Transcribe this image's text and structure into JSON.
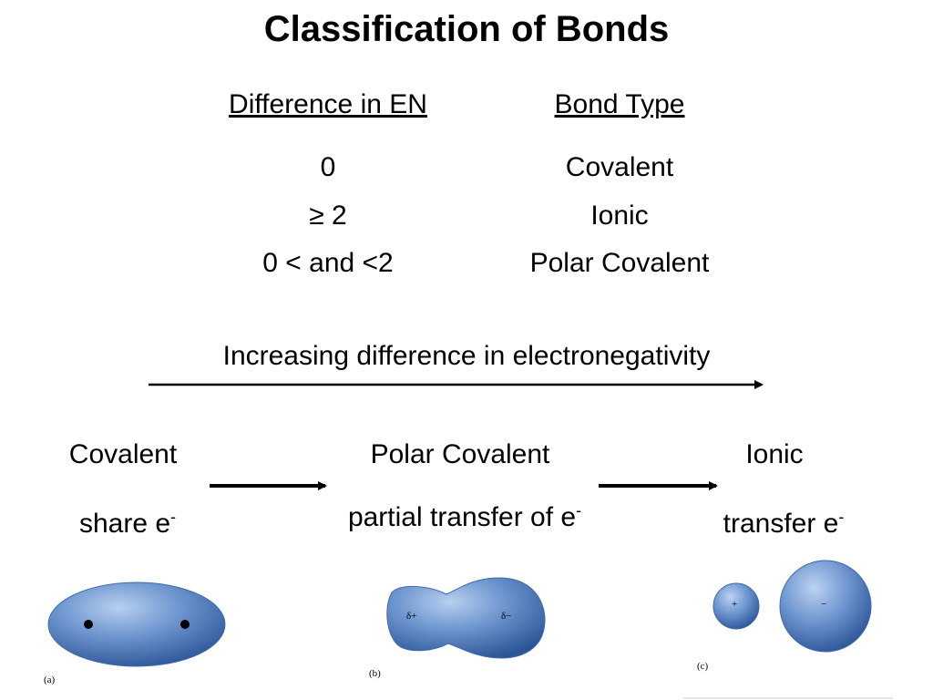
{
  "title": "Classification of Bonds",
  "table": {
    "headers": [
      "Difference in EN",
      "Bond Type"
    ],
    "rows": [
      {
        "en": "0",
        "type": "Covalent"
      },
      {
        "en": "≥ 2",
        "type": "Ionic"
      },
      {
        "en": "0 < and <2",
        "type": "Polar Covalent"
      }
    ]
  },
  "arrow_label": "Increasing difference in electronegativity",
  "bond_types": [
    {
      "label": "Covalent",
      "desc": "share e",
      "sup": "-"
    },
    {
      "label": "Polar Covalent",
      "desc": "partial transfer of e",
      "sup": "-"
    },
    {
      "label": "Ionic",
      "desc": "transfer e",
      "sup": "-"
    }
  ],
  "figures": {
    "a": {
      "label": "(a)"
    },
    "b": {
      "label": "(b)",
      "delta_plus": "δ+",
      "delta_minus": "δ−"
    },
    "c": {
      "label": "(c)",
      "plus": "+",
      "minus": "−"
    }
  },
  "colors": {
    "cloud": "#5b86c4",
    "cloud_dark": "#2f5a99",
    "cloud_light": "#a9c4ea"
  }
}
